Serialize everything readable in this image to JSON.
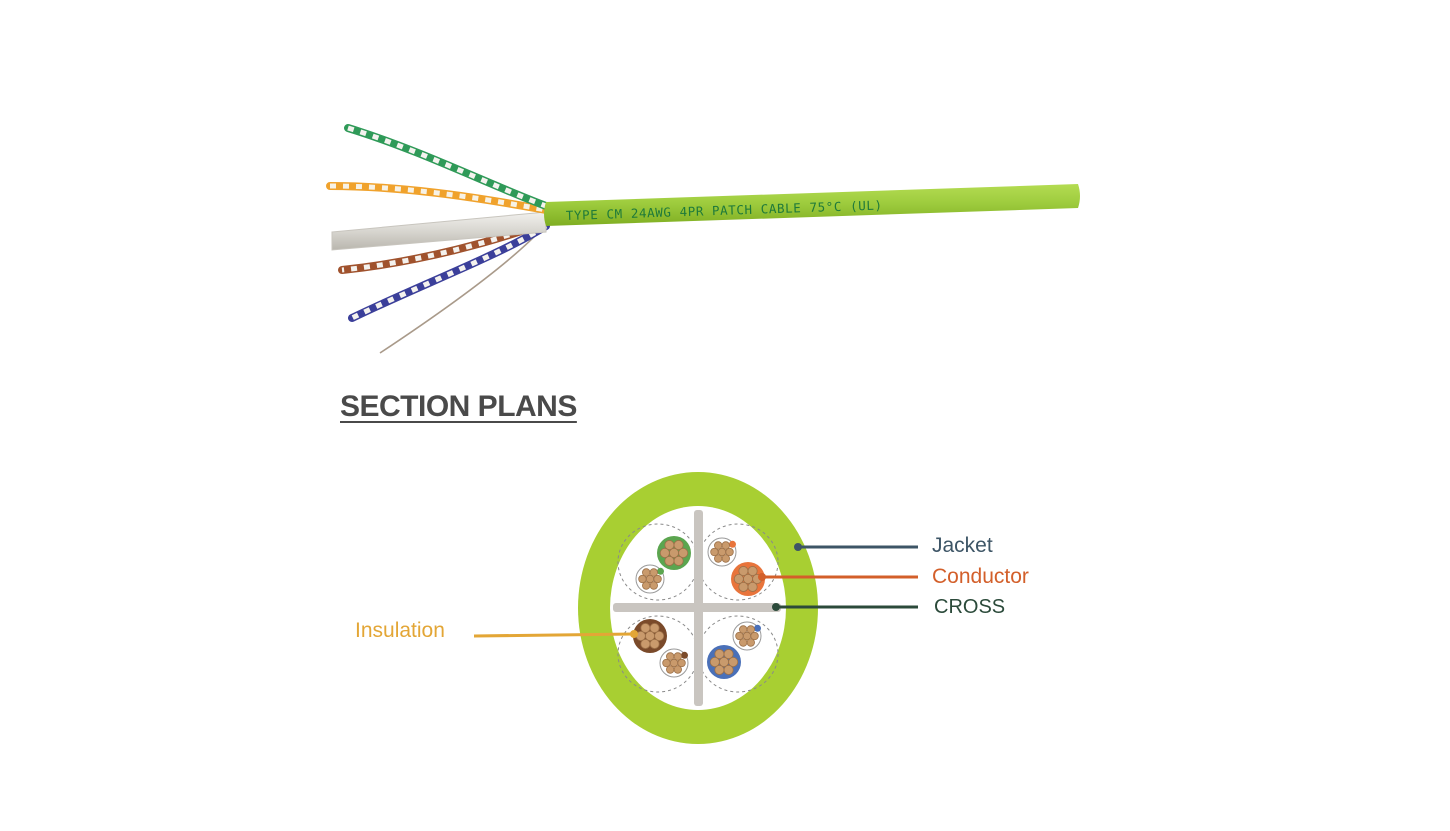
{
  "cable": {
    "jacket_print": "TYPE CM 24AWG 4PR PATCH CABLE 75°C (UL)",
    "colors": {
      "jacket": "#9ecc3e",
      "jacket_dark": "#7fae22",
      "print": "#1f7a3a",
      "separator": "#d8d6d0",
      "pair_green": "#2f9a58",
      "pair_orange": "#f0a22c",
      "pair_brown": "#a0522d",
      "pair_blue": "#3b3f9a",
      "pair_white": "#f4f2ee"
    }
  },
  "section": {
    "title": "SECTION PLANS"
  },
  "cross_section": {
    "colors": {
      "jacket_ring": "#a8cf32",
      "core": "#ffffff",
      "cross": "#c9c5c0",
      "copper": "#c99a6c",
      "copper_edge": "#9c7048",
      "green": "#5ba54f",
      "orange": "#e8743b",
      "brown": "#7a4a2a",
      "blue": "#4a70b8"
    },
    "callouts": {
      "jacket": {
        "label": "Jacket",
        "color": "#3d5566"
      },
      "conductor": {
        "label": "Conductor",
        "color": "#d35f2a"
      },
      "cross": {
        "label": "CROSS",
        "color": "#2b4a3a"
      },
      "insulation": {
        "label": "Insulation",
        "color": "#e3a636"
      }
    }
  }
}
